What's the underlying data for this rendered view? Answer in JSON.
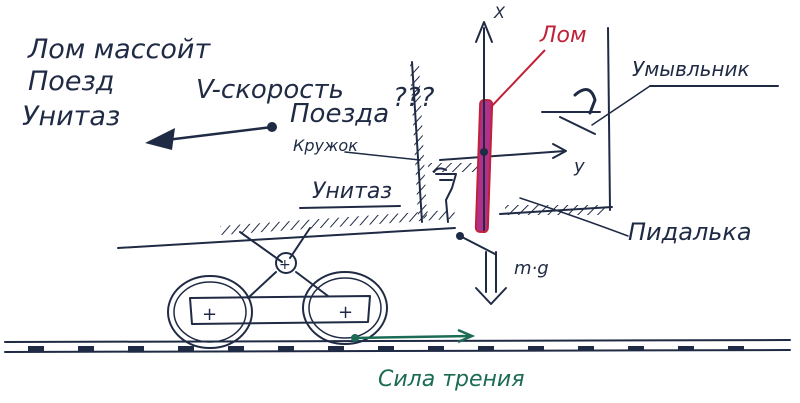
{
  "colors": {
    "ink": "#1f2a44",
    "green_ink": "#1c6b55",
    "red_marker": "#c0223a",
    "magenta_fill": "#b0308a",
    "background": "#ffffff"
  },
  "legend": {
    "line1": "Лом массойт",
    "line2": "Поезд",
    "line3": "Унитаз"
  },
  "labels": {
    "axis_x": "X",
    "axis_y": "y",
    "velocity_v": "V-скорость",
    "velocity_train": "Поезда",
    "question_marks": "???",
    "lom": "Лом",
    "umyvalnik": "Умывльник",
    "kruzhok": "Кружок",
    "unitaz": "Унитаз",
    "pidalka": "Пидалька",
    "gravity": "m·g",
    "friction": "Сила трения"
  }
}
